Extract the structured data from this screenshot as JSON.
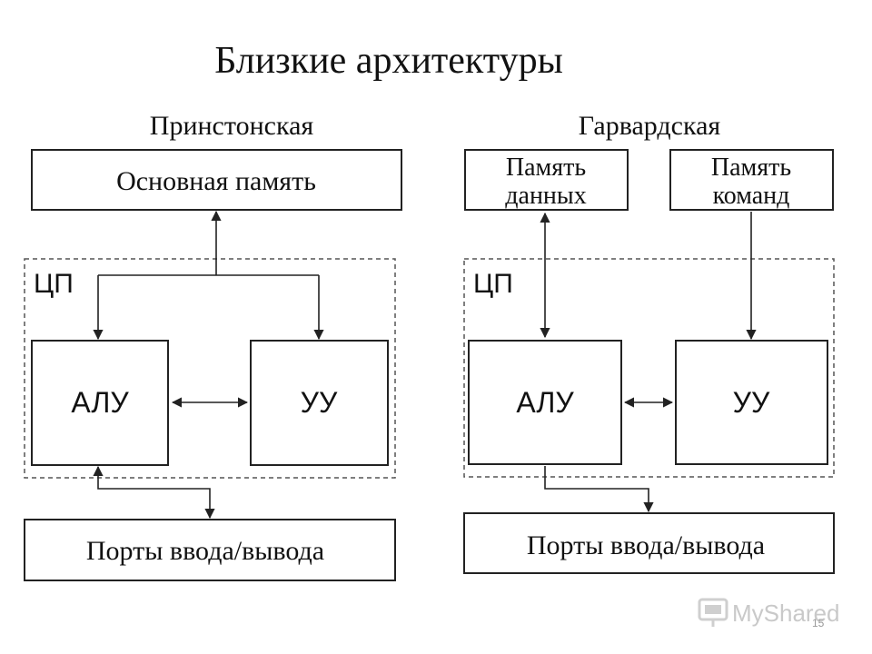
{
  "title": "Близкие архитектуры",
  "princeton": {
    "heading": "Принстонская",
    "memory": "Основная память",
    "cpu": "ЦП",
    "alu": "АЛУ",
    "cu": "УУ",
    "io": "Порты ввода/вывода"
  },
  "harvard": {
    "heading": "Гарвардская",
    "data_memory_line1": "Память",
    "data_memory_line2": "данных",
    "instr_memory_line1": "Память",
    "instr_memory_line2": "команд",
    "cpu": "ЦП",
    "alu": "АЛУ",
    "cu": "УУ",
    "io": "Порты ввода/вывода"
  },
  "watermark": {
    "text": "MyShared"
  },
  "page_number": "15"
}
